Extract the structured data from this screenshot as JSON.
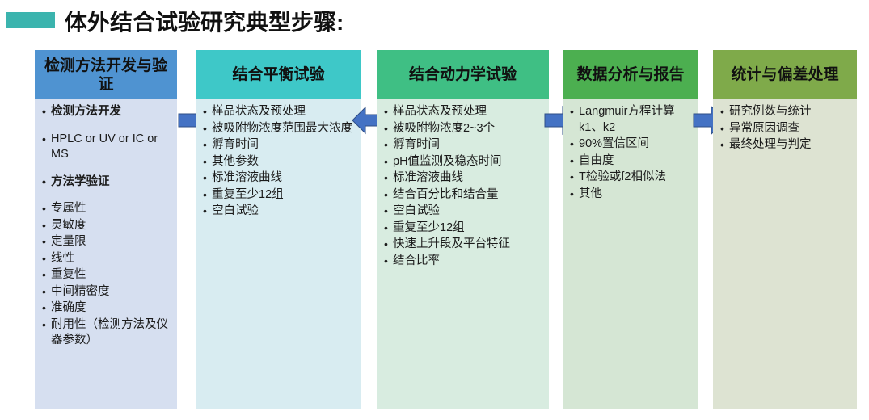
{
  "title": "体外结合试验研究典型步骤:",
  "accent_color": "#3bb4ae",
  "arrow_color": "#4472c4",
  "columns": [
    {
      "id": "method-development-validation",
      "header": "检测方法开发与验证",
      "header_color": "#4f93d1",
      "body_color": "#d6dff0",
      "items": [
        {
          "text": "检测方法开发",
          "bold": true,
          "gap": false
        },
        {
          "text": "HPLC or UV or IC or MS",
          "bold": false,
          "gap": true
        },
        {
          "text": "方法学验证",
          "bold": true,
          "gap": true
        },
        {
          "text": "专属性",
          "bold": false,
          "gap": true
        },
        {
          "text": "灵敏度",
          "bold": false,
          "gap": false
        },
        {
          "text": "定量限",
          "bold": false,
          "gap": false
        },
        {
          "text": "线性",
          "bold": false,
          "gap": false
        },
        {
          "text": "重复性",
          "bold": false,
          "gap": false
        },
        {
          "text": "中间精密度",
          "bold": false,
          "gap": false
        },
        {
          "text": "准确度",
          "bold": false,
          "gap": false
        },
        {
          "text": "耐用性（检测方法及仪器参数）",
          "bold": false,
          "gap": false
        }
      ]
    },
    {
      "id": "binding-equilibrium-test",
      "header": "结合平衡试验",
      "header_color": "#3ec8c8",
      "body_color": "#d8ecf1",
      "items": [
        {
          "text": "样品状态及预处理",
          "bold": false,
          "gap": false
        },
        {
          "text": "被吸附物浓度范围最大浓度",
          "bold": false,
          "gap": false
        },
        {
          "text": "孵育时间",
          "bold": false,
          "gap": false
        },
        {
          "text": "其他参数",
          "bold": false,
          "gap": false
        },
        {
          "text": "标准溶液曲线",
          "bold": false,
          "gap": false
        },
        {
          "text": "重复至少12组",
          "bold": false,
          "gap": false
        },
        {
          "text": "空白试验",
          "bold": false,
          "gap": false
        }
      ]
    },
    {
      "id": "binding-kinetics-test",
      "header": "结合动力学试验",
      "header_color": "#3fbf84",
      "body_color": "#d8ece0",
      "items": [
        {
          "text": "样品状态及预处理",
          "bold": false,
          "gap": false
        },
        {
          "text": "被吸附物浓度2~3个",
          "bold": false,
          "gap": false
        },
        {
          "text": "孵育时间",
          "bold": false,
          "gap": false
        },
        {
          "text": "pH值监测及稳态时间",
          "bold": false,
          "gap": false
        },
        {
          "text": "标准溶液曲线",
          "bold": false,
          "gap": false
        },
        {
          "text": "结合百分比和结合量",
          "bold": false,
          "gap": false
        },
        {
          "text": "空白试验",
          "bold": false,
          "gap": false
        },
        {
          "text": "重复至少12组",
          "bold": false,
          "gap": false
        },
        {
          "text": "快速上升段及平台特征",
          "bold": false,
          "gap": false
        },
        {
          "text": "结合比率",
          "bold": false,
          "gap": false
        }
      ]
    },
    {
      "id": "data-analysis-report",
      "header": "数据分析与报告",
      "header_color": "#4caf50",
      "body_color": "#d5e6d4",
      "items": [
        {
          "text": "Langmuir方程计算k1、k2",
          "bold": false,
          "gap": false
        },
        {
          "text": "90%置信区间",
          "bold": false,
          "gap": false
        },
        {
          "text": "自由度",
          "bold": false,
          "gap": false
        },
        {
          "text": "T检验或f2相似法",
          "bold": false,
          "gap": false
        },
        {
          "text": "其他",
          "bold": false,
          "gap": false
        }
      ]
    },
    {
      "id": "statistics-deviation-handling",
      "header": "统计与偏差处理",
      "header_color": "#7faa4a",
      "body_color": "#dde3d2",
      "items": [
        {
          "text": "研究例数与统计",
          "bold": false,
          "gap": false
        },
        {
          "text": "异常原因调查",
          "bold": false,
          "gap": false
        },
        {
          "text": "最终处理与判定",
          "bold": false,
          "gap": false
        }
      ]
    }
  ],
  "arrows": [
    {
      "id": "arrow-1",
      "direction": "right"
    },
    {
      "id": "arrow-2",
      "direction": "double"
    },
    {
      "id": "arrow-3",
      "direction": "right"
    },
    {
      "id": "arrow-4",
      "direction": "right"
    }
  ]
}
